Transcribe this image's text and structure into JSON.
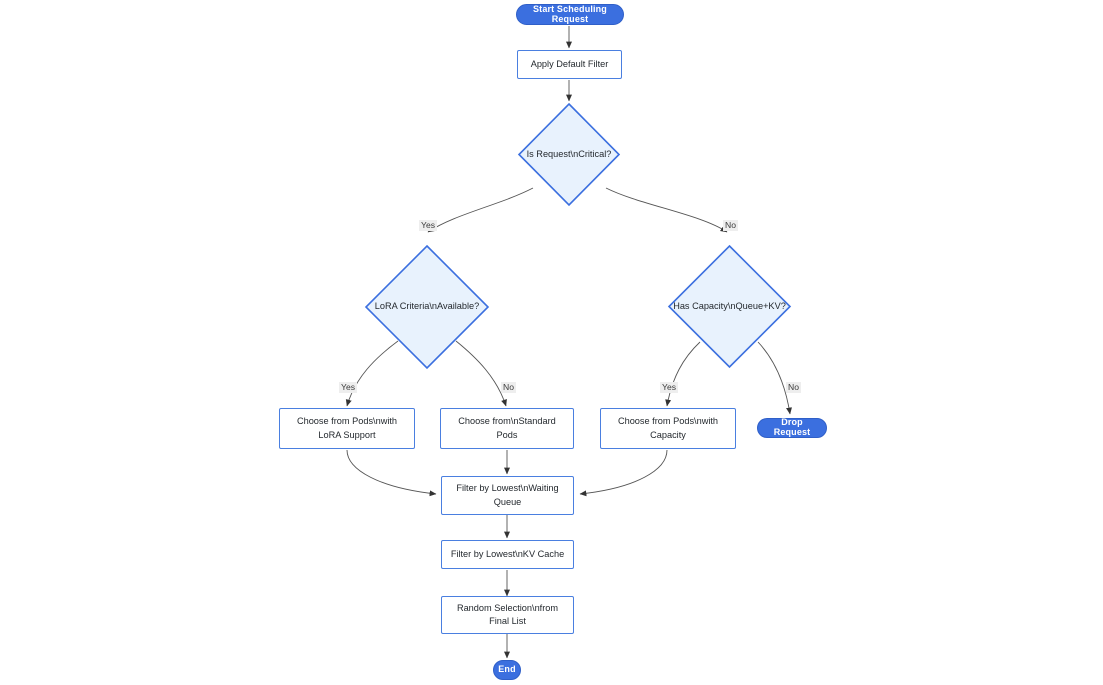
{
  "diagram": {
    "type": "flowchart",
    "title": "Scheduling Request Flowchart",
    "colors": {
      "terminal_fill": "#3b6fdf",
      "terminal_text": "#ffffff",
      "process_border": "#4a7fe0",
      "process_fill": "#ffffff",
      "decision_fill": "#e8f2fd",
      "decision_border": "#3b6fdf",
      "edge_stroke": "#555555",
      "edge_label_bg": "#eeeeee",
      "text": "#24292e"
    },
    "nodes": [
      {
        "id": "start",
        "shape": "pill",
        "label": "Start Scheduling Request"
      },
      {
        "id": "apply_filter",
        "shape": "rect",
        "label": "Apply Default Filter"
      },
      {
        "id": "is_critical",
        "shape": "diamond",
        "label": "Is Request\\nCritical?"
      },
      {
        "id": "lora_crit",
        "shape": "diamond",
        "label": "LoRA Criteria\\nAvailable?"
      },
      {
        "id": "has_cap",
        "shape": "diamond",
        "label": "Has Capacity\\nQueue+KV?"
      },
      {
        "id": "pods_lora",
        "shape": "rect",
        "label_line1": "Choose from Pods\\nwith",
        "label_line2": "LoRA Support"
      },
      {
        "id": "pods_std",
        "shape": "rect",
        "label_line1": "Choose from\\nStandard",
        "label_line2": "Pods"
      },
      {
        "id": "pods_cap",
        "shape": "rect",
        "label_line1": "Choose from Pods\\nwith",
        "label_line2": "Capacity"
      },
      {
        "id": "drop",
        "shape": "pill",
        "label": "Drop Request"
      },
      {
        "id": "filter_queue",
        "shape": "rect",
        "label_line1": "Filter by Lowest\\nWaiting",
        "label_line2": "Queue"
      },
      {
        "id": "filter_kv",
        "shape": "rect",
        "label": "Filter by Lowest\\nKV Cache"
      },
      {
        "id": "random_sel",
        "shape": "rect",
        "label_line1": "Random Selection\\nfrom",
        "label_line2": "Final List"
      },
      {
        "id": "end",
        "shape": "pill",
        "label": "End"
      }
    ],
    "edge_labels": {
      "critical_yes": "Yes",
      "critical_no": "No",
      "lora_yes": "Yes",
      "lora_no": "No",
      "capacity_yes": "Yes",
      "capacity_no": "No"
    },
    "edges": [
      {
        "from": "start",
        "to": "apply_filter",
        "label": ""
      },
      {
        "from": "apply_filter",
        "to": "is_critical",
        "label": ""
      },
      {
        "from": "is_critical",
        "to": "lora_crit",
        "label": "Yes"
      },
      {
        "from": "is_critical",
        "to": "has_cap",
        "label": "No"
      },
      {
        "from": "lora_crit",
        "to": "pods_lora",
        "label": "Yes"
      },
      {
        "from": "lora_crit",
        "to": "pods_std",
        "label": "No"
      },
      {
        "from": "has_cap",
        "to": "pods_cap",
        "label": "Yes"
      },
      {
        "from": "has_cap",
        "to": "drop",
        "label": "No"
      },
      {
        "from": "pods_lora",
        "to": "filter_queue",
        "label": ""
      },
      {
        "from": "pods_std",
        "to": "filter_queue",
        "label": ""
      },
      {
        "from": "pods_cap",
        "to": "filter_queue",
        "label": ""
      },
      {
        "from": "filter_queue",
        "to": "filter_kv",
        "label": ""
      },
      {
        "from": "filter_kv",
        "to": "random_sel",
        "label": ""
      },
      {
        "from": "random_sel",
        "to": "end",
        "label": ""
      }
    ]
  }
}
